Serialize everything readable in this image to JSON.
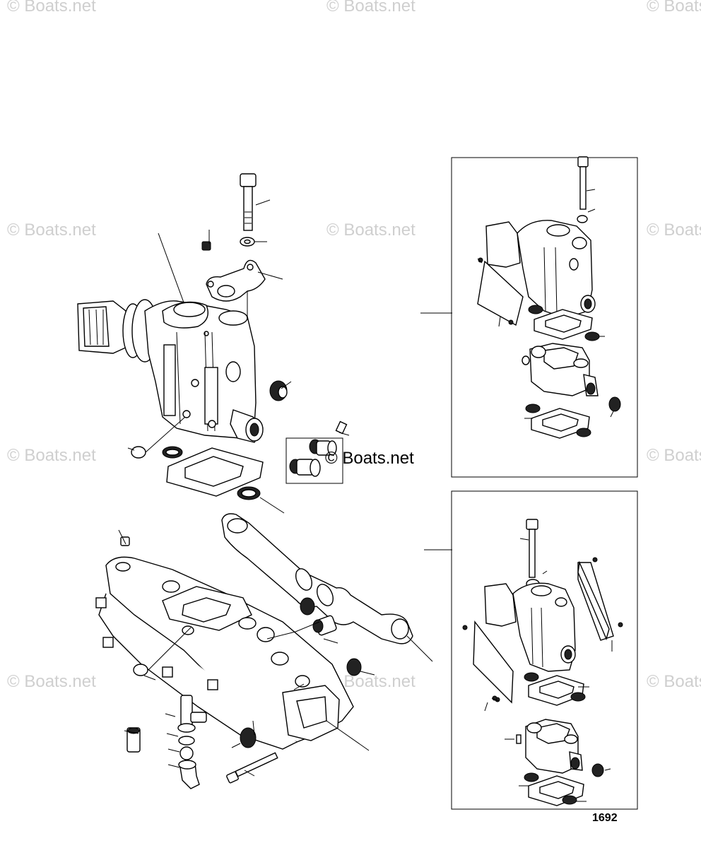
{
  "watermark": "© Boats.net",
  "center_label": "© Boats.net",
  "diagram_number": "1692",
  "colors": {
    "line": "#000000",
    "watermark": "#cfcfcf",
    "background": "#ffffff"
  }
}
